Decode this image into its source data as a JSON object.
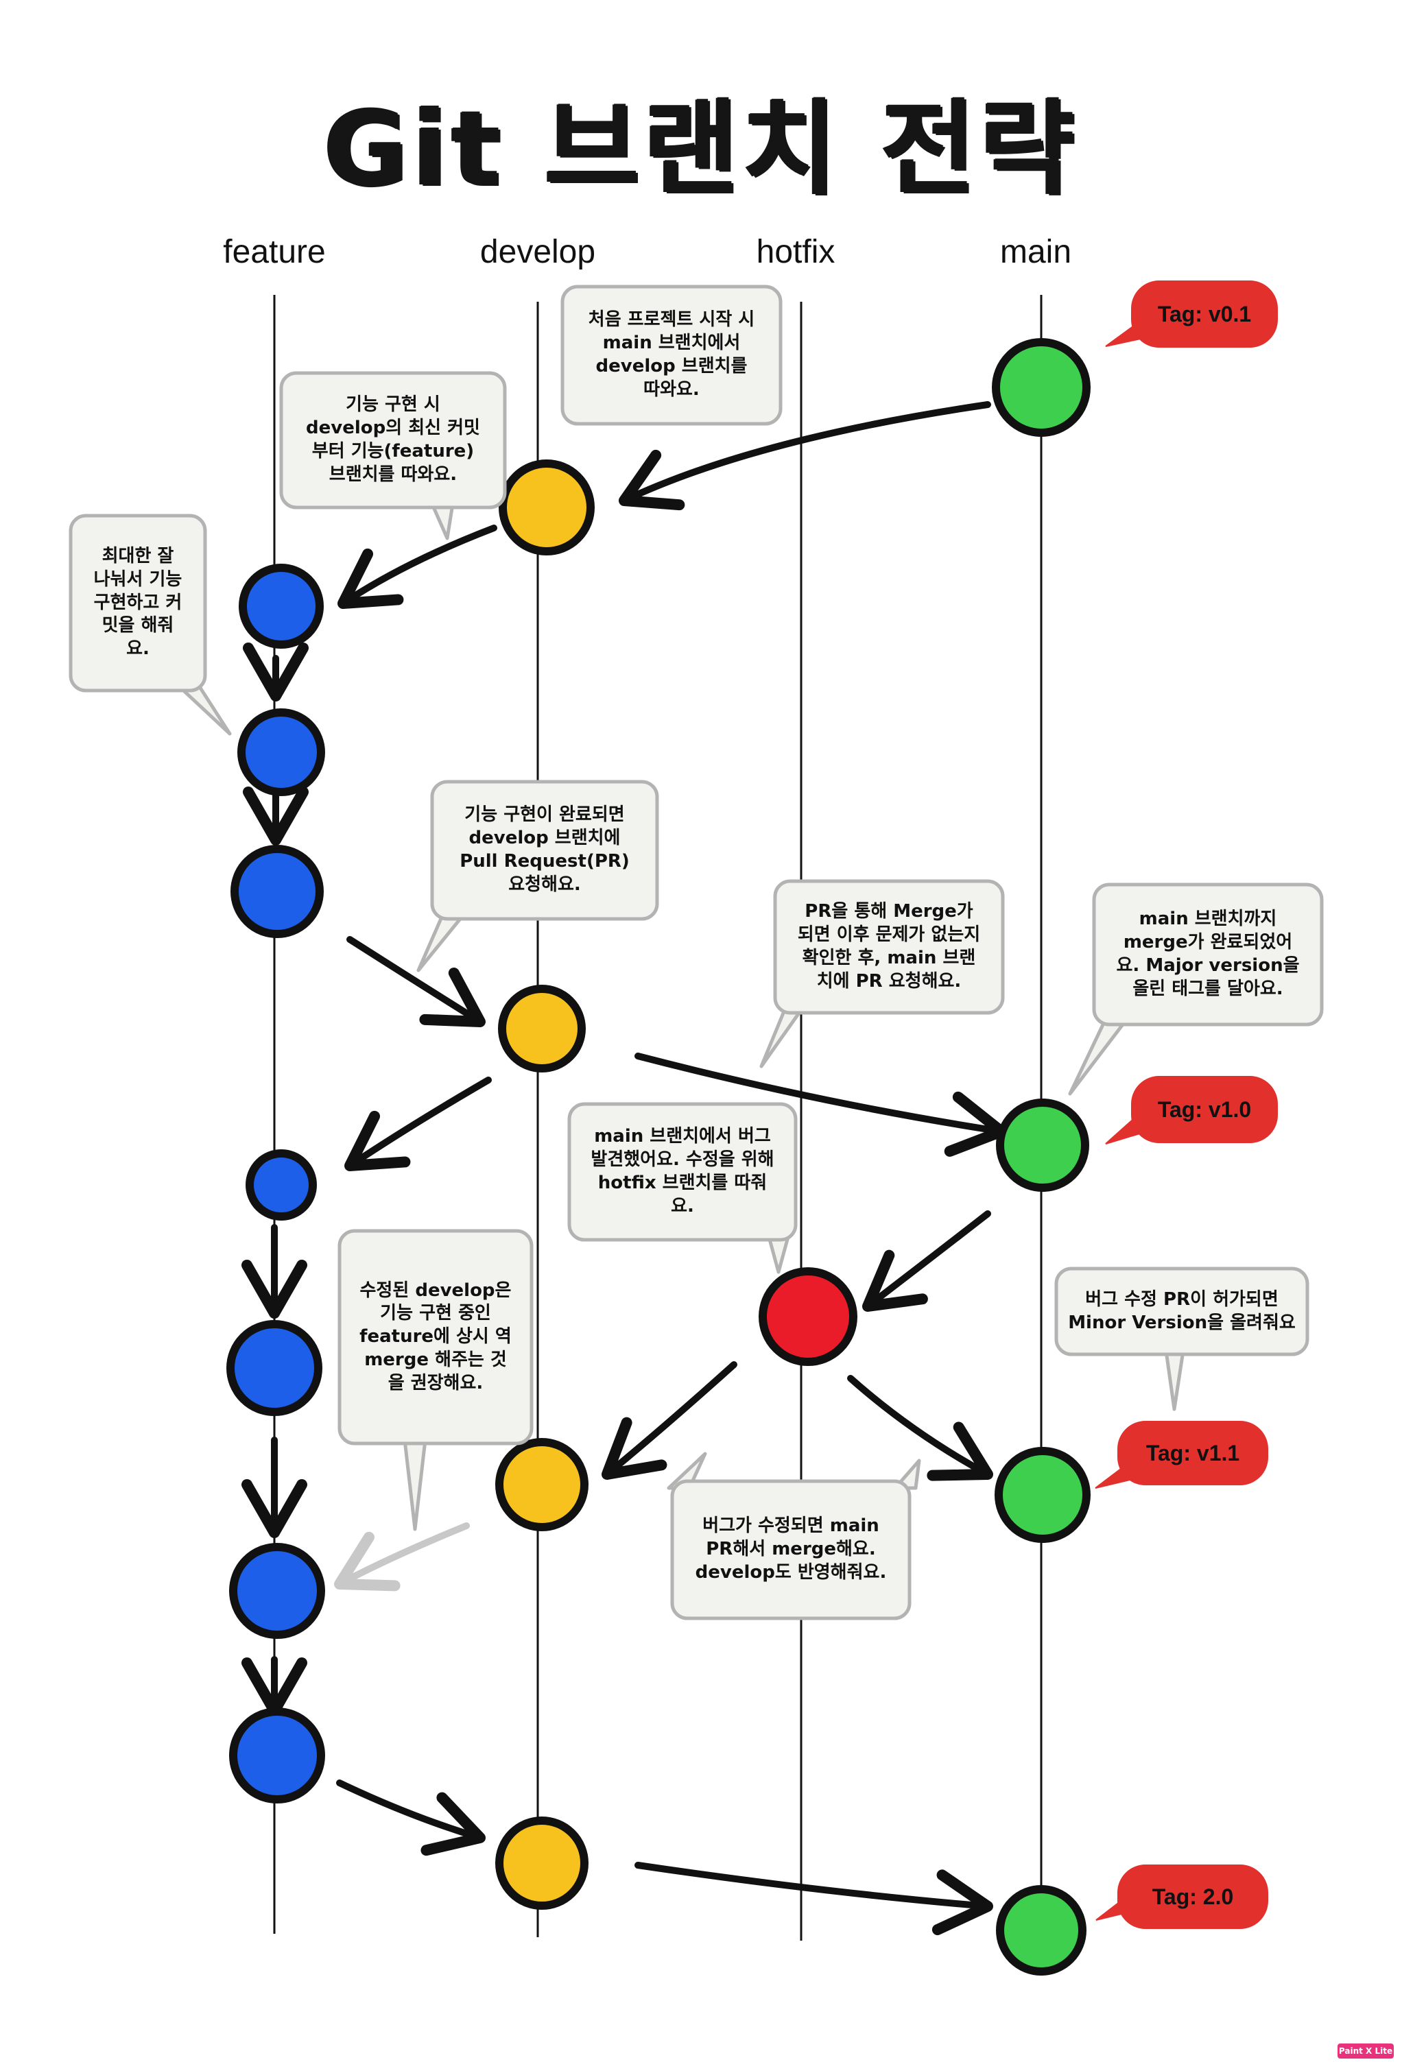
{
  "title": "Git 브랜치 전략",
  "lanes": [
    {
      "id": "feature",
      "label": "feature"
    },
    {
      "id": "develop",
      "label": "develop"
    },
    {
      "id": "hotfix",
      "label": "hotfix"
    },
    {
      "id": "main",
      "label": "main"
    }
  ],
  "colors": {
    "feature": "#1d5fe8",
    "develop": "#f7c21e",
    "hotfix": "#ea1c2a",
    "main": "#3fcf4e",
    "tag": "#e2302d",
    "callout_fill": "#f2f2ef",
    "callout_border": "#b3b3b3"
  },
  "tags": [
    {
      "label": "Tag: v0.1"
    },
    {
      "label": "Tag: v1.0"
    },
    {
      "label": "Tag: v1.1"
    },
    {
      "label": "Tag: 2.0"
    }
  ],
  "callouts": [
    {
      "text": "처음 프로젝트 시작 시\nmain 브랜치에서\ndevelop 브랜치를\n따와요."
    },
    {
      "text": "기능 구현 시\ndevelop의 최신 커밋\n부터 기능(feature)\n브랜치를 따와요."
    },
    {
      "text": "최대한 잘\n나눠서 기능\n구현하고 커\n밋을 해줘\n요."
    },
    {
      "text": "기능 구현이 완료되면\ndevelop 브랜치에\nPull Request(PR)\n요청해요."
    },
    {
      "text": "PR을 통해 Merge가\n되면 이후 문제가 없는지\n확인한 후, main 브랜\n치에 PR 요청해요."
    },
    {
      "text": "main 브랜치까지\nmerge가 완료되었어\n요. Major version을\n올린 태그를 달아요."
    },
    {
      "text": "main 브랜치에서 버그\n발견했어요. 수정을 위해\nhotfix 브랜치를 따줘\n요."
    },
    {
      "text": "수정된 develop은\n기능 구현 중인\nfeature에 상시 역\nmerge 해주는 것\n을 권장해요."
    },
    {
      "text": "버그 수정 PR이 허가되면\nMinor Version을 올려줘요"
    },
    {
      "text": "버그가 수정되면 main\nPR해서 merge해요.\ndevelop도 반영해줘요."
    }
  ],
  "watermark": "Paint X Lite"
}
